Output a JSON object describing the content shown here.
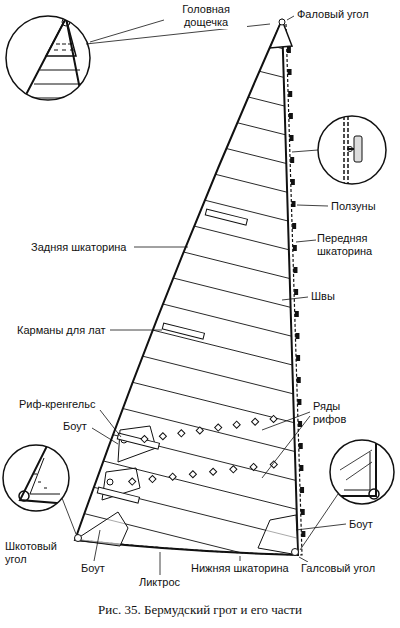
{
  "diagram": {
    "caption": "Рис. 35. Бермудский грот и его части",
    "labels": [
      "Головная дощечка",
      "Фаловый угол",
      "Ползуны",
      "Задняя шкаторина",
      "Передняя шкаторина",
      "Швы",
      "Карманы для лат",
      "Риф-кренгельс",
      "Ряды рифов",
      "Боут",
      "Боут",
      "Шкотовый угол",
      "Боут",
      "Ликтрос",
      "Нижняя шкаторина",
      "Галсовый угол"
    ]
  }
}
